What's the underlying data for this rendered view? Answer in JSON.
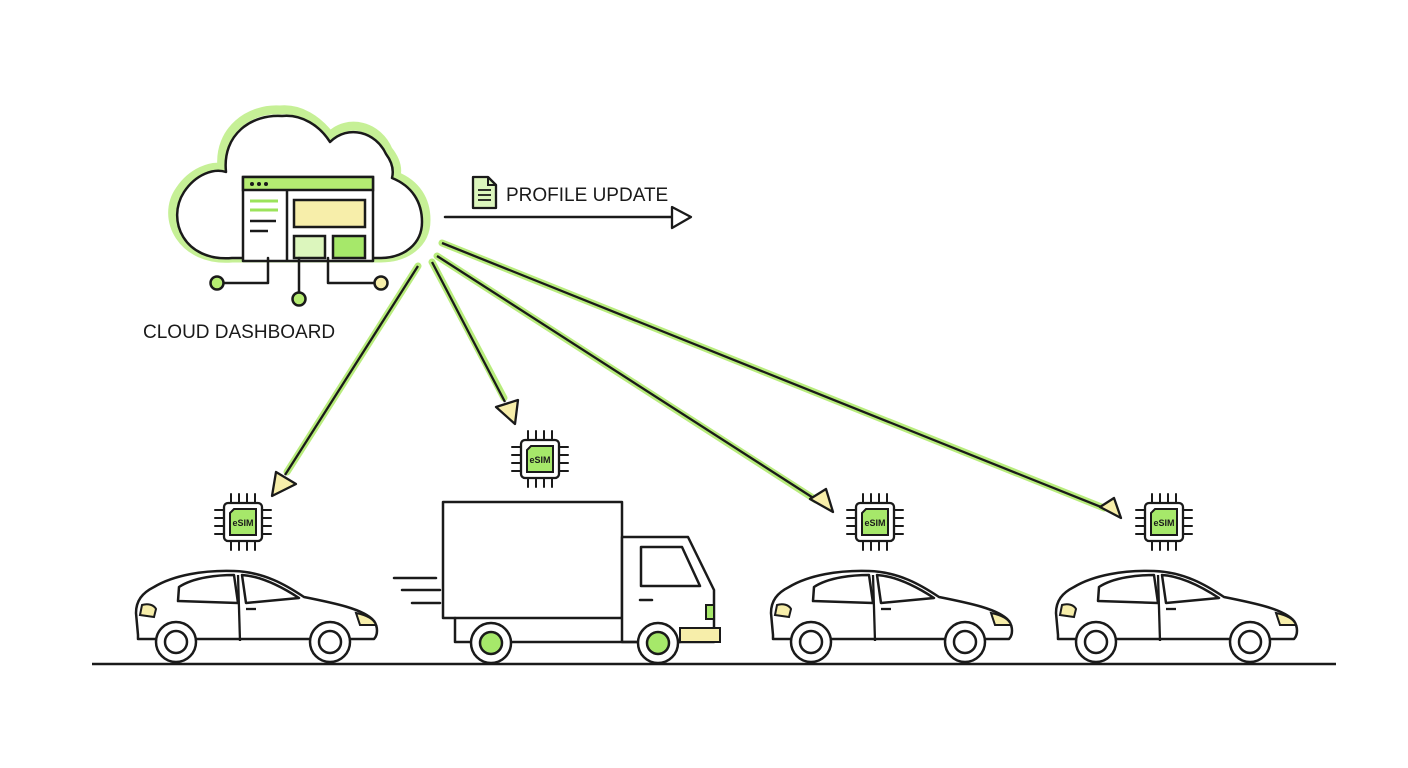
{
  "cloud": {
    "label": "CLOUD DASHBOARD",
    "icon": "cloud-dashboard-icon"
  },
  "profile_update": {
    "label": "PROFILE UPDATE",
    "icon": "document-icon"
  },
  "chips": [
    {
      "label": "eSIM",
      "vehicle": "car-1"
    },
    {
      "label": "eSIM",
      "vehicle": "truck"
    },
    {
      "label": "eSIM",
      "vehicle": "car-2"
    },
    {
      "label": "eSIM",
      "vehicle": "car-3"
    }
  ],
  "colors": {
    "ink": "#1a1a1a",
    "accent_green": "#a6e86a",
    "light_green": "#d9f5b8",
    "accent_yellow": "#f7eeaa",
    "bright_green": "#9be35a"
  }
}
